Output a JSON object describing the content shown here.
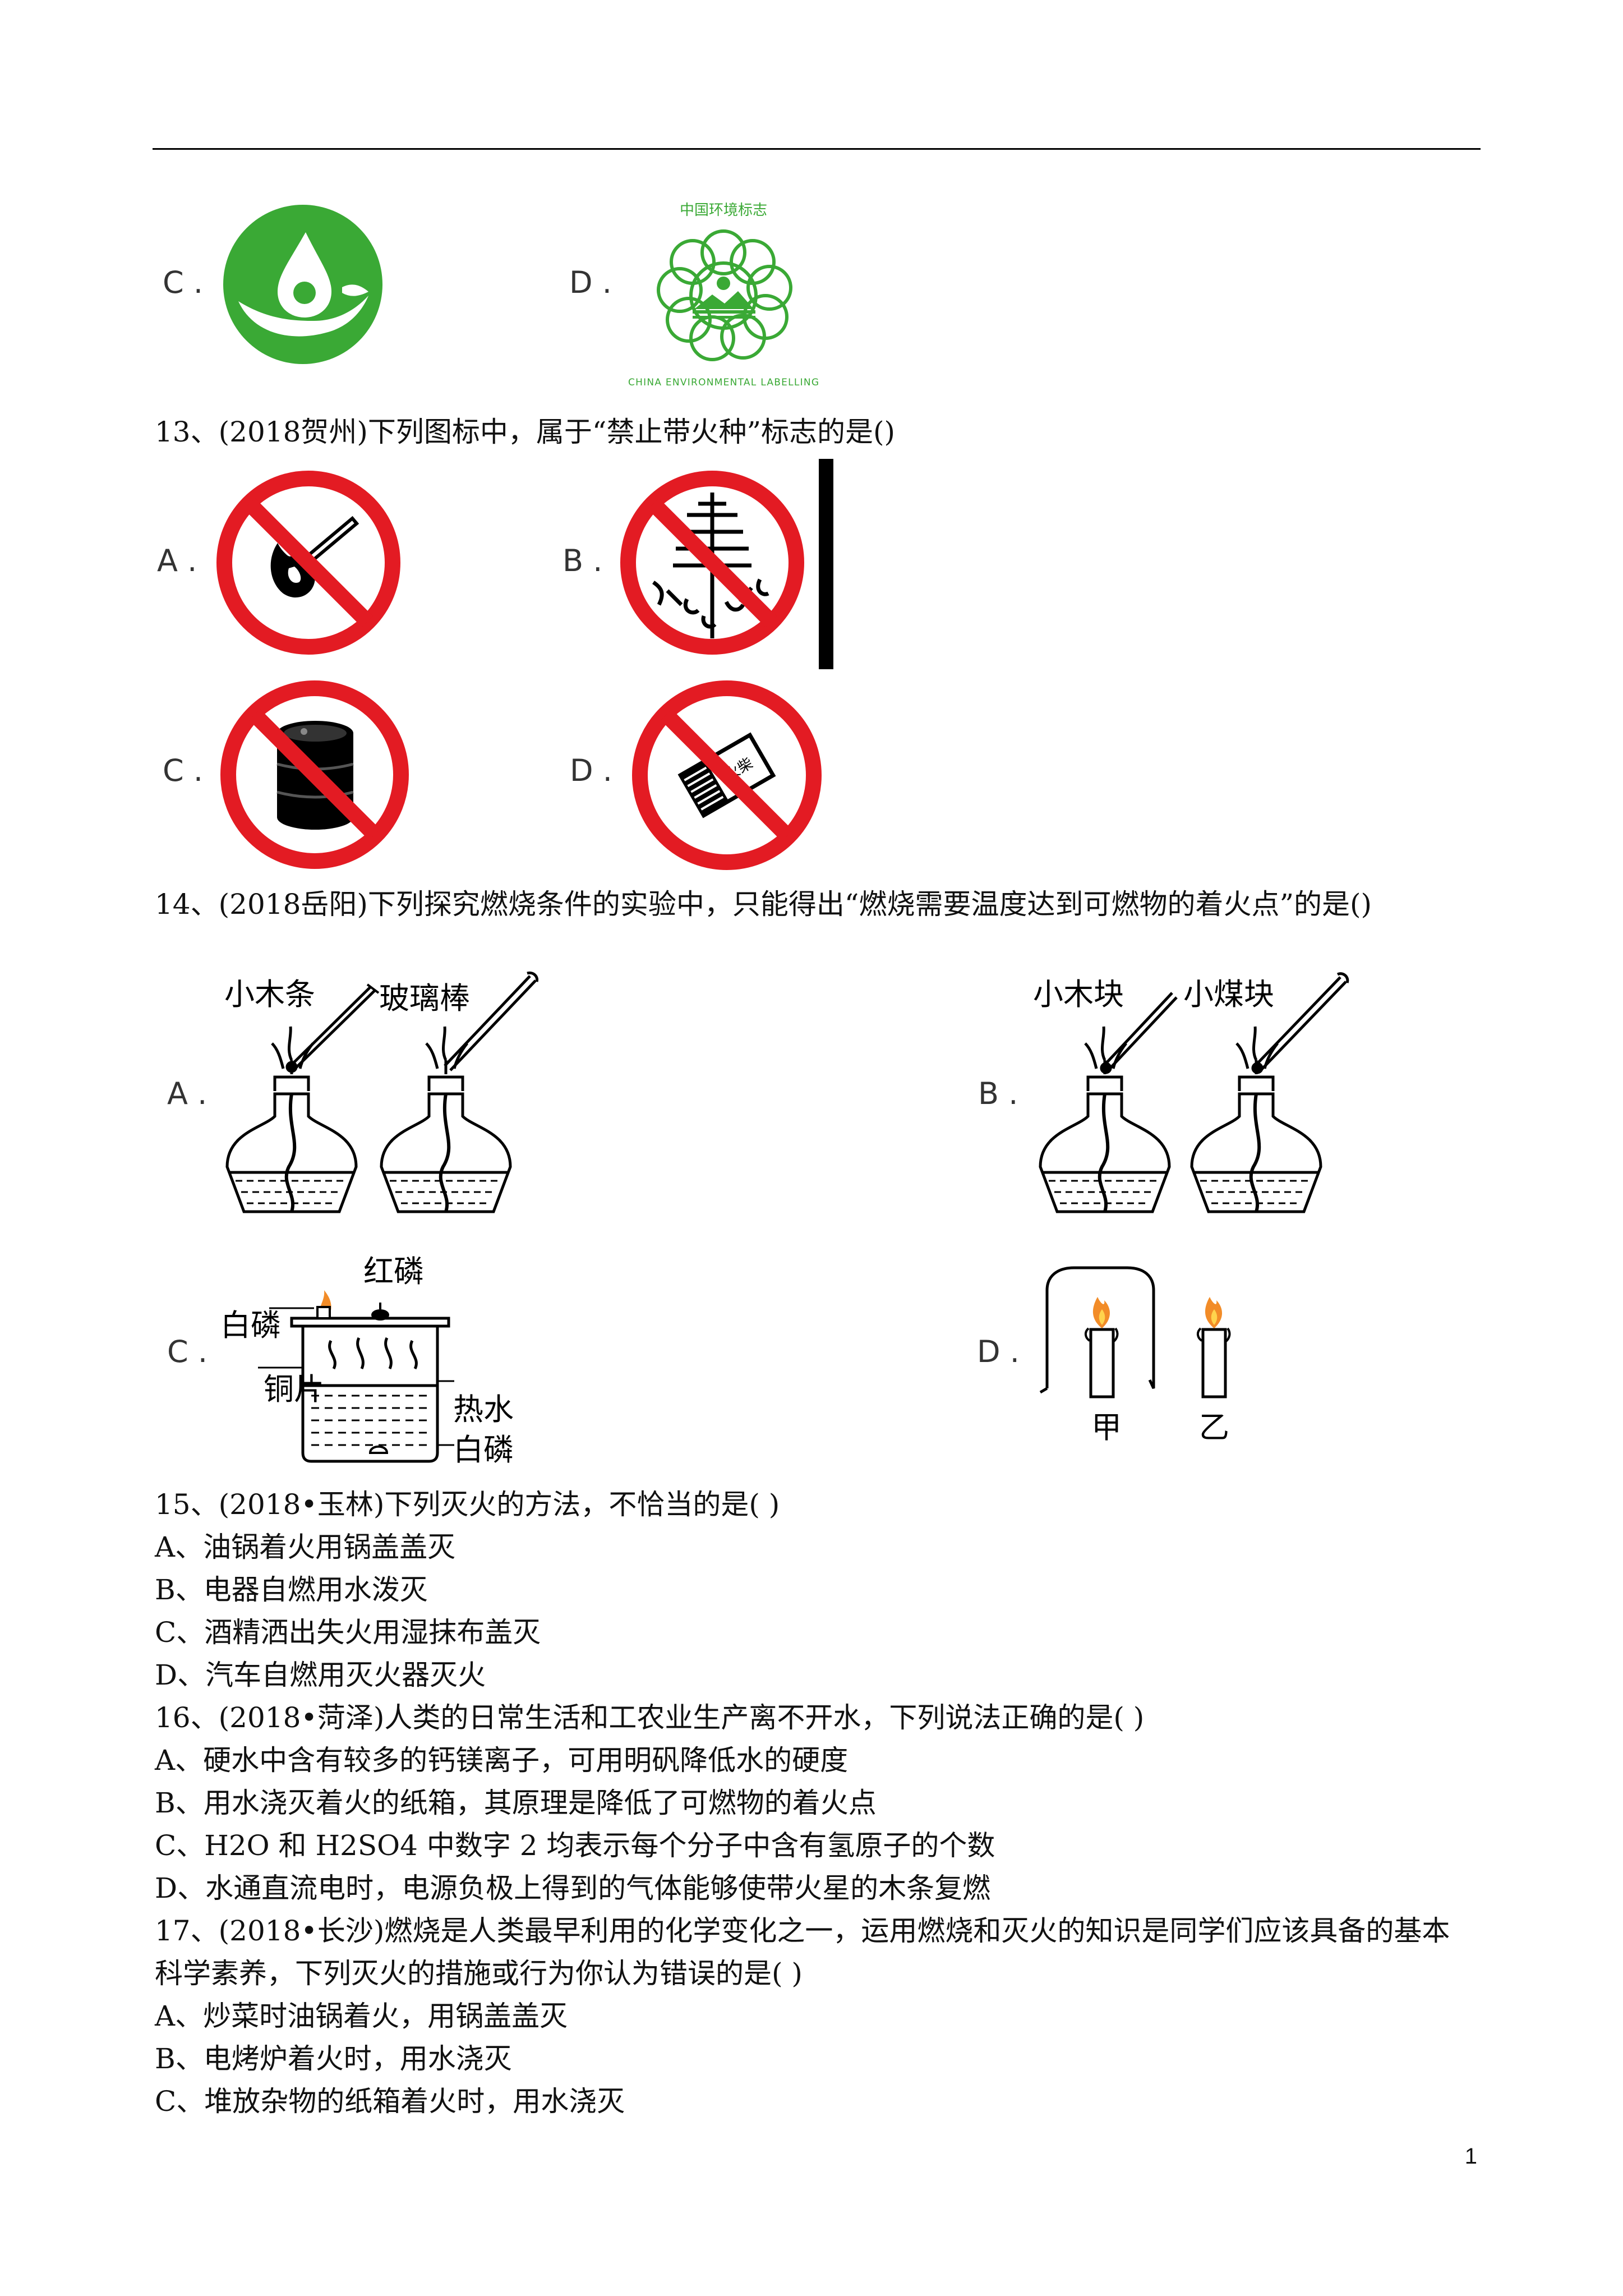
{
  "q12_options": {
    "c": "C .",
    "d": "D ."
  },
  "china_label": {
    "top": "中国环境标志",
    "ring": "CHINA ENVIRONMENTAL LABELLING"
  },
  "q13": {
    "stem": "13、(2018贺州)下列图标中，属于“禁止带火种”标志的是()",
    "a": "A .",
    "b": "B .",
    "c": "C .",
    "d": "D .",
    "match_box_text": "火柴"
  },
  "q14": {
    "stem": "14、(2018岳阳)下列探究燃烧条件的实验中，只能得出“燃烧需要温度达到可燃物的着火点”的是()",
    "a": "A .",
    "b": "B .",
    "c": "C .",
    "d": "D .",
    "a_labels": {
      "left": "小木条",
      "right": "玻璃棒"
    },
    "b_labels": {
      "left": "小木块",
      "right": "小煤块"
    },
    "c_labels": {
      "top": "红磷",
      "left": "白磷",
      "copper": "铜片",
      "water": "热水",
      "bottom": "白磷"
    },
    "d_labels": {
      "left": "甲",
      "right": "乙"
    }
  },
  "q15": {
    "stem": "15、(2018•玉林)下列灭火的方法，不恰当的是(      )",
    "options": [
      "A、油锅着火用锅盖盖灭",
      "B、电器自燃用水泼灭",
      "C、酒精洒出失火用湿抹布盖灭",
      "D、汽车自燃用灭火器灭火"
    ]
  },
  "q16": {
    "stem": "16、(2018•菏泽)人类的日常生活和工农业生产离不开水，下列说法正确的是(      )",
    "options": [
      "A、硬水中含有较多的钙镁离子，可用明矾降低水的硬度",
      "B、用水浇灭着火的纸箱，其原理是降低了可燃物的着火点",
      "C、H2O 和 H2SO4 中数字 2 均表示每个分子中含有氢原子的个数",
      "D、水通直流电时，电源负极上得到的气体能够使带火星的木条复燃"
    ]
  },
  "q17": {
    "stem_line1": "17、(2018•长沙)燃烧是人类最早利用的化学变化之一，运用燃烧和灭火的知识是同学们应该具备的基本",
    "stem_line2": "科学素养，下列灭火的措施或行为你认为错误的是(      )",
    "options": [
      "A、炒菜时油锅着火，用锅盖盖灭",
      "B、电烤炉着火时，用水浇灭",
      "C、堆放杂物的纸箱着火时，用水浇灭"
    ]
  },
  "page_number": "1",
  "colors": {
    "prohibit_red": "#e31b23",
    "logo_green": "#3aa935",
    "flame_orange": "#f28c28"
  }
}
